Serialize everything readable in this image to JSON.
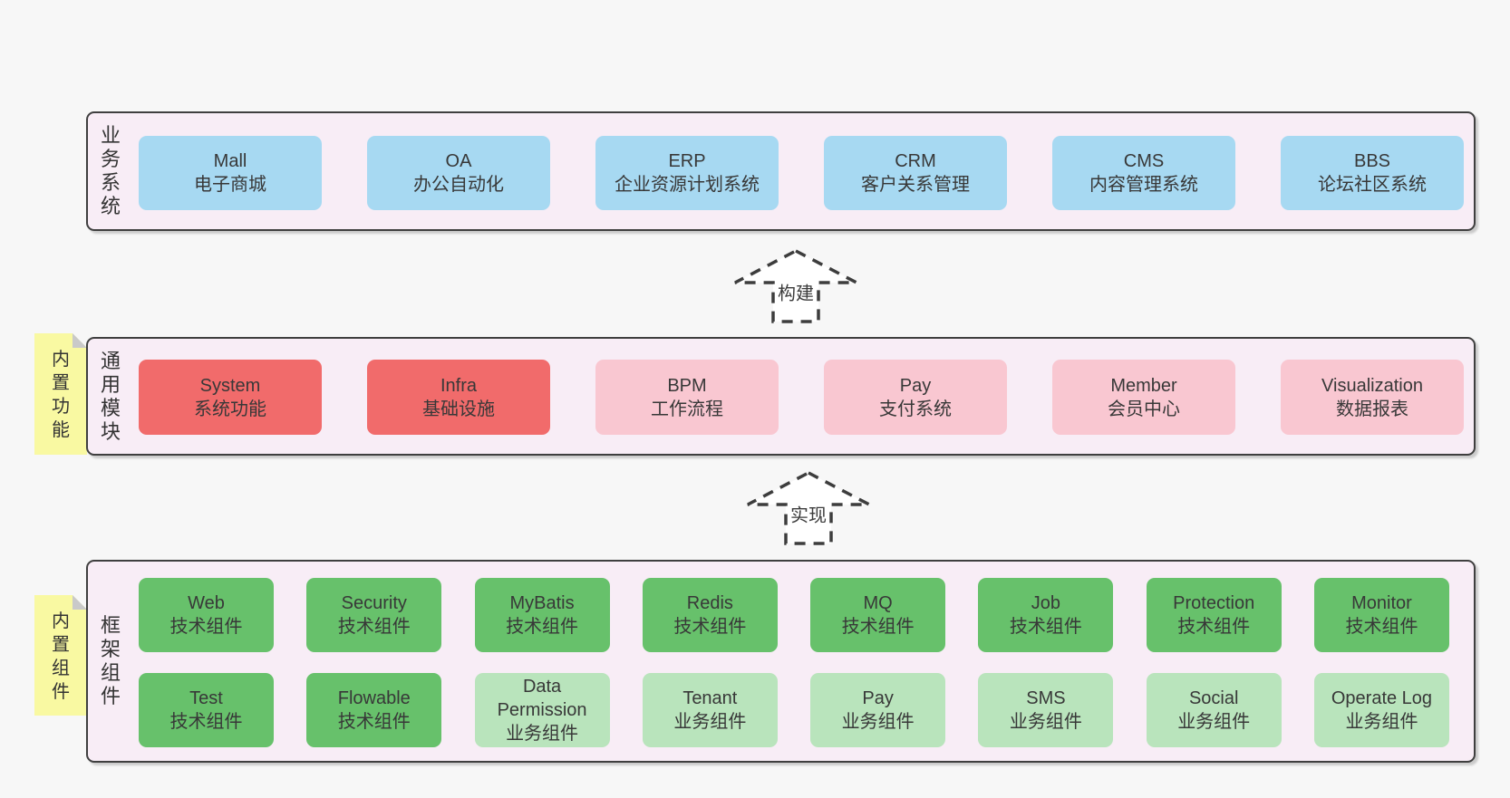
{
  "colors": {
    "page_bg": "#f7f7f7",
    "band_bg": "#f8edf6",
    "band_border": "#3f3f3f",
    "blue_box": "#a7d9f2",
    "red_box": "#f16b6b",
    "pink_box": "#f9c7d1",
    "green_dark_box": "#67c16b",
    "green_light_box": "#b9e4bc",
    "sticky_yellow": "#f9f9a2",
    "text": "#383838"
  },
  "bands": {
    "business": {
      "side_label": "业务系统",
      "boxes": [
        {
          "title": "Mall",
          "subtitle": "电子商城"
        },
        {
          "title": "OA",
          "subtitle": "办公自动化"
        },
        {
          "title": "ERP",
          "subtitle": "企业资源计划系统"
        },
        {
          "title": "CRM",
          "subtitle": "客户关系管理"
        },
        {
          "title": "CMS",
          "subtitle": "内容管理系统"
        },
        {
          "title": "BBS",
          "subtitle": "论坛社区系统"
        }
      ]
    },
    "modules": {
      "side_label": "通用模块",
      "sticky_label": "内置功能",
      "boxes": [
        {
          "title": "System",
          "subtitle": "系统功能",
          "variant": "red"
        },
        {
          "title": "Infra",
          "subtitle": "基础设施",
          "variant": "red"
        },
        {
          "title": "BPM",
          "subtitle": "工作流程",
          "variant": "pink"
        },
        {
          "title": "Pay",
          "subtitle": "支付系统",
          "variant": "pink"
        },
        {
          "title": "Member",
          "subtitle": "会员中心",
          "variant": "pink"
        },
        {
          "title": "Visualization",
          "subtitle": "数据报表",
          "variant": "pink"
        }
      ]
    },
    "framework": {
      "side_label": "框架组件",
      "sticky_label": "内置组件",
      "row1": [
        {
          "title": "Web",
          "subtitle": "技术组件",
          "variant": "dark"
        },
        {
          "title": "Security",
          "subtitle": "技术组件",
          "variant": "dark"
        },
        {
          "title": "MyBatis",
          "subtitle": "技术组件",
          "variant": "dark"
        },
        {
          "title": "Redis",
          "subtitle": "技术组件",
          "variant": "dark"
        },
        {
          "title": "MQ",
          "subtitle": "技术组件",
          "variant": "dark"
        },
        {
          "title": "Job",
          "subtitle": "技术组件",
          "variant": "dark"
        },
        {
          "title": "Protection",
          "subtitle": "技术组件",
          "variant": "dark"
        },
        {
          "title": "Monitor",
          "subtitle": "技术组件",
          "variant": "dark"
        }
      ],
      "row2": [
        {
          "title": "Test",
          "subtitle": "技术组件",
          "variant": "dark"
        },
        {
          "title": "Flowable",
          "subtitle": "技术组件",
          "variant": "dark"
        },
        {
          "title": "Data Permission",
          "subtitle": "业务组件",
          "variant": "light"
        },
        {
          "title": "Tenant",
          "subtitle": "业务组件",
          "variant": "light"
        },
        {
          "title": "Pay",
          "subtitle": "业务组件",
          "variant": "light"
        },
        {
          "title": "SMS",
          "subtitle": "业务组件",
          "variant": "light"
        },
        {
          "title": "Social",
          "subtitle": "业务组件",
          "variant": "light"
        },
        {
          "title": "Operate Log",
          "subtitle": "业务组件",
          "variant": "light"
        }
      ]
    }
  },
  "arrows": [
    {
      "label": "构建"
    },
    {
      "label": "实现"
    }
  ]
}
